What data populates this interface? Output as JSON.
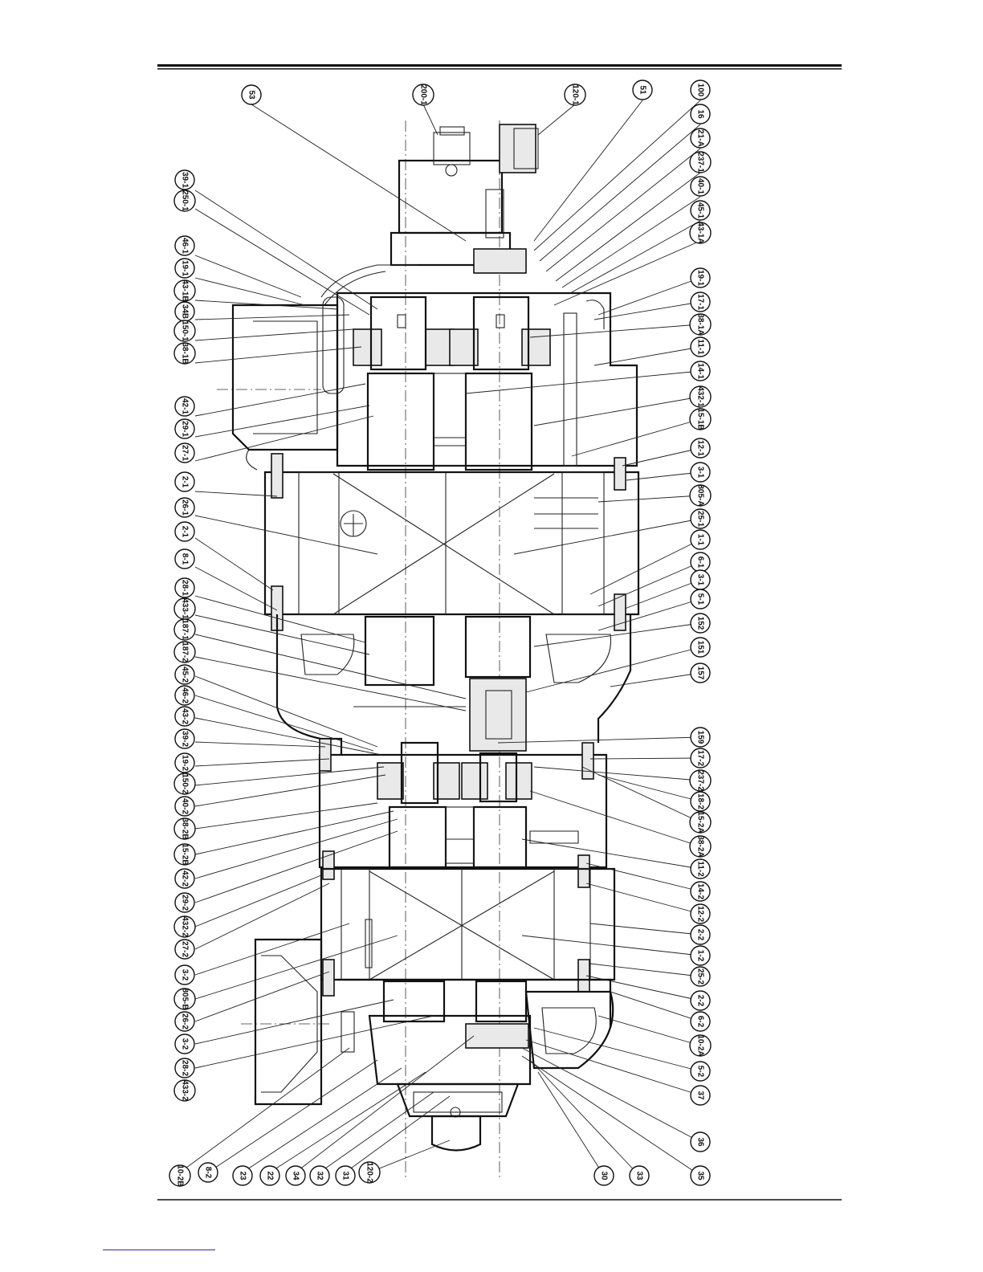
{
  "diagram": {
    "top_labels": [
      "53",
      "200-1",
      "120-1",
      "51",
      "100",
      "16",
      "21-A",
      "237-1",
      "40-1",
      "45-1",
      "43-1A"
    ],
    "left_labels": [
      "39-1",
      "250-1",
      "46-1",
      "19-1",
      "43-1B",
      "34B",
      "150-1",
      "38-1B",
      "42-1",
      "29-1",
      "27-1",
      "2-1",
      "26-1",
      "2-1",
      "8-1",
      "28-1",
      "433-1",
      "187-1",
      "187-2",
      "45-2",
      "46-2",
      "43-2",
      "39-2",
      "19-2",
      "150-2",
      "40-2",
      "38-2B",
      "15-2B",
      "42-2",
      "29-2",
      "432-2",
      "27-2",
      "3-2",
      "805-B",
      "26-2",
      "3-2",
      "28-2",
      "433-2"
    ],
    "right_labels": [
      "19-1",
      "17-1",
      "38-1A",
      "11-1",
      "14-1",
      "432-1",
      "15-1B",
      "12-1",
      "3-1",
      "805-A",
      "25-1",
      "1-1",
      "6-1",
      "3-1",
      "5-1",
      "152",
      "151",
      "157",
      "159",
      "17-2",
      "237-2",
      "18-2",
      "15-2A",
      "38-2A",
      "11-2",
      "14-2",
      "12-2",
      "2-2",
      "1-2",
      "25-2",
      "2-2",
      "6-2",
      "10-2A",
      "5-2",
      "37",
      "36",
      "35"
    ],
    "bottom_labels": [
      "10-2B",
      "8-2",
      "23",
      "22",
      "34",
      "32",
      "31",
      "120-2",
      "30",
      "33"
    ]
  }
}
